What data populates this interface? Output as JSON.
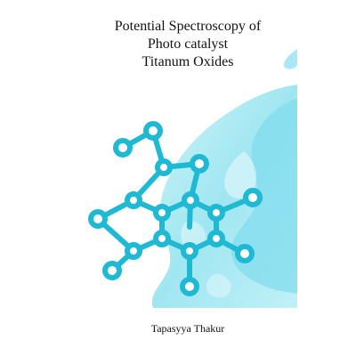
{
  "book": {
    "title_lines": [
      "Potential Spectroscopy of",
      "Photo catalyst",
      "Titanum Oxides"
    ],
    "author": "Tapasyya Thakur"
  },
  "icons": {
    "cover_art": "molecule-structure-icon"
  },
  "colors": {
    "background": "#ffffff",
    "accent": "#1fb9d3",
    "watercolor": "#8fe2ef",
    "text": "#111111"
  }
}
